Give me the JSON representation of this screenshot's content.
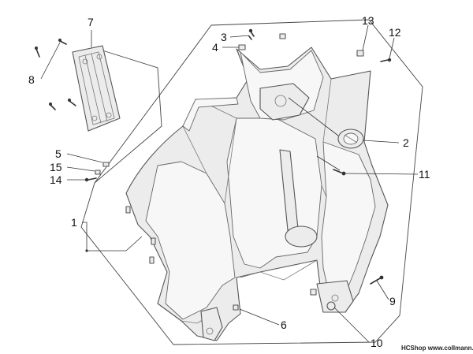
{
  "callouts": {
    "c1": "1",
    "c2": "2",
    "c3": "3",
    "c4": "4",
    "c5": "5",
    "c6": "6",
    "c7": "7",
    "c8": "8",
    "c9": "9",
    "c10": "10",
    "c11": "11",
    "c12": "12",
    "c13": "13",
    "c14": "14",
    "c15": "15"
  },
  "footer": "HCShop www.collmann.eu"
}
